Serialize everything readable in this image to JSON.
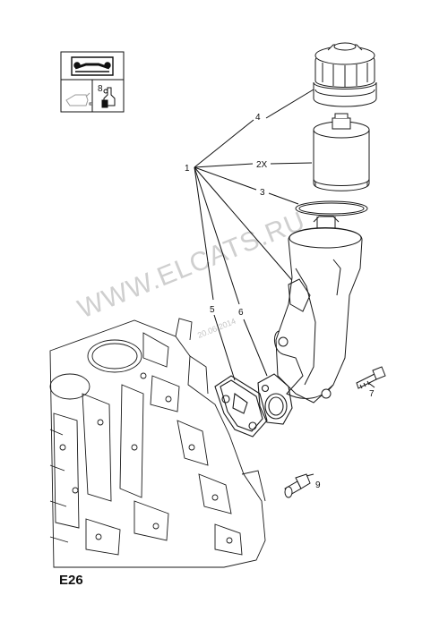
{
  "page_code": "E26",
  "watermark": {
    "text": "WWW.ELCATS.RU",
    "date": "20.06.2014"
  },
  "legend": {
    "tool_number": "8"
  },
  "callouts": {
    "c1": "1",
    "c2": "2X",
    "c3": "3",
    "c4": "4",
    "c5": "5",
    "c6": "6",
    "c7": "7",
    "c9": "9"
  },
  "parts": [
    {
      "id": "filter-cap",
      "icon": "cap-icon"
    },
    {
      "id": "filter-element",
      "icon": "filter-element-icon"
    },
    {
      "id": "o-ring",
      "icon": "seal-ring-icon"
    },
    {
      "id": "filter-housing",
      "icon": "housing-icon"
    },
    {
      "id": "gasket-5",
      "icon": "gasket-icon"
    },
    {
      "id": "gasket-6",
      "icon": "gasket-icon"
    },
    {
      "id": "bolt",
      "icon": "bolt-icon"
    },
    {
      "id": "sensor-switch",
      "icon": "sensor-icon"
    },
    {
      "id": "engine-block",
      "icon": "engine-block-icon"
    }
  ],
  "colors": {
    "line": "#1a1a1a",
    "watermark": "#cfcfcf"
  }
}
